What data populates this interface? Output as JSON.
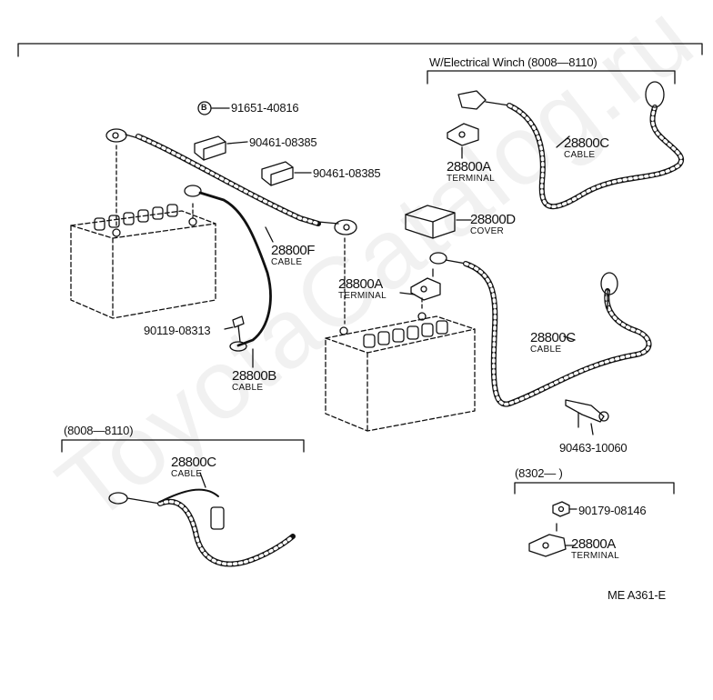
{
  "watermark": "ToyotaCatalog.ru",
  "sections": {
    "winch": "W/Electrical Winch (8008—8110)",
    "range_a": "(8008—8110)",
    "range_b": "(8302—         )"
  },
  "labels": [
    {
      "id": "p1",
      "text": "91651-40816"
    },
    {
      "id": "p2",
      "text": "90461-08385"
    },
    {
      "id": "p3",
      "text": "90461-08385"
    },
    {
      "id": "p4",
      "text": "90119-08313"
    },
    {
      "id": "p5",
      "text": "90463-10060"
    },
    {
      "id": "p6",
      "text": "90179-08146"
    }
  ],
  "parts": [
    {
      "id": "c1",
      "number": "28800F",
      "name": "CABLE"
    },
    {
      "id": "c2",
      "number": "28800B",
      "name": "CABLE"
    },
    {
      "id": "c3",
      "number": "28800A",
      "name": "TERMINAL"
    },
    {
      "id": "c4",
      "number": "28800A",
      "name": "TERMINAL"
    },
    {
      "id": "c5",
      "number": "28800C",
      "name": "CABLE"
    },
    {
      "id": "c6",
      "number": "28800D",
      "name": "COVER"
    },
    {
      "id": "c7",
      "number": "28800C",
      "name": "CABLE"
    },
    {
      "id": "c8",
      "number": "28800C",
      "name": "CABLE"
    },
    {
      "id": "c9",
      "number": "28800A",
      "name": "TERMINAL"
    }
  ],
  "bolt_badge": "B",
  "figure_code": "ME  A361-E"
}
